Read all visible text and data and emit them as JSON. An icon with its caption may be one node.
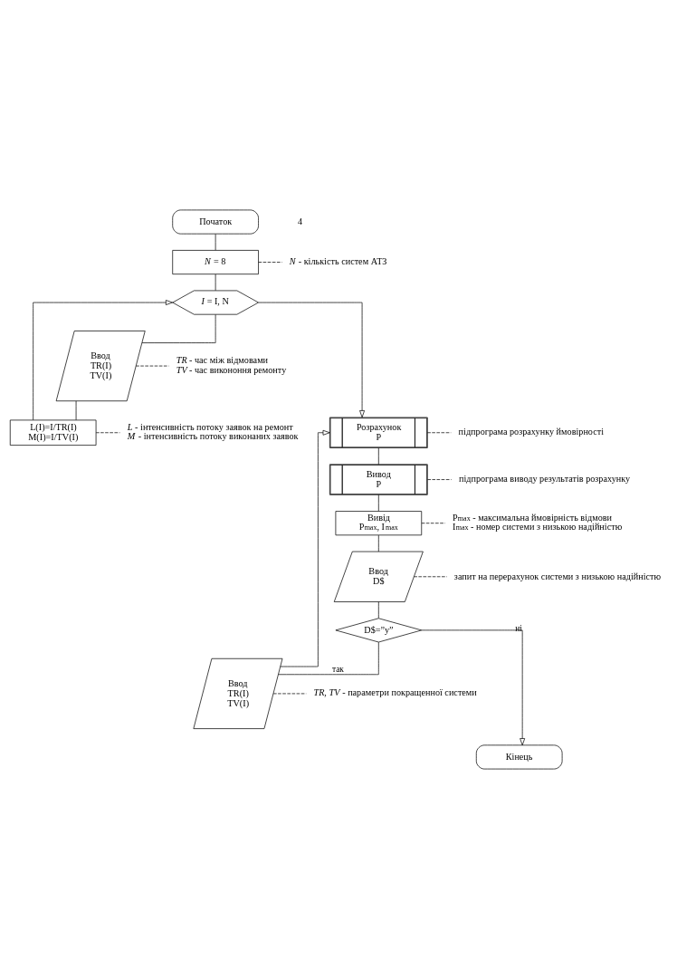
{
  "diagram": {
    "nodes": [
      {
        "text": [
          "Початок"
        ]
      },
      {
        "text": [
          "*N* = 8"
        ]
      },
      {
        "text": [
          "*I* = I, N"
        ]
      },
      {
        "text": [
          "Ввод",
          "TR(I)",
          "TV(I)"
        ]
      },
      {
        "text": [
          "L(I)=I/TR(I)",
          "M(I)=I/TV(I)"
        ]
      },
      {
        "text": [
          "Розрахунок",
          "P"
        ]
      },
      {
        "text": [
          "Вивод",
          "P"
        ]
      },
      {
        "text": [
          "Вивід",
          "P$_{max}$, I$_{max}$"
        ]
      },
      {
        "text": [
          "Ввод",
          "D$"
        ]
      },
      {
        "text": [
          "D$=”y”"
        ]
      },
      {
        "text": [
          "Ввод",
          "TR(I)",
          "TV(I)"
        ]
      },
      {
        "text": [
          "Кінець"
        ]
      },
      {
        "text": [
          "*N* - кількість систем АТЗ"
        ]
      },
      {
        "text": [
          "*TR* - час між відмовами",
          "*TV* - час викононня ремонту"
        ]
      },
      {
        "text": [
          "*L* - інтенсивність потоку заявок на ремонт",
          "*M* - інтенсивність потоку виконаних заявок"
        ]
      },
      {
        "text": [
          "підпрограма розрахунку ймовірності"
        ]
      },
      {
        "text": [
          "підпрограма виводу результатів розрахунку"
        ]
      },
      {
        "text": [
          "P$_{max}$ - максимальна ймовірність відмови",
          "I$_{max}$ - номер системи з низькою надійністю"
        ]
      },
      {
        "text": [
          "запит на перерахунок системи з низькою надійністю"
        ]
      },
      {
        "text": [
          "*TR, TV* - параметри покращенної системи"
        ]
      }
    ],
    "edges": [
      {
        "from": 0,
        "to": 1,
        "arrow": "none"
      },
      {
        "from": 1,
        "to": 2,
        "arrow": "none"
      },
      {
        "from": 2,
        "to": 3,
        "arrow": "none"
      },
      {
        "from": 3,
        "to": 4,
        "arrow": "none"
      },
      {
        "from": 4,
        "to": 2,
        "arrow": "to"
      },
      {
        "from": 2,
        "to": 5,
        "arrow": "to"
      },
      {
        "from": 5,
        "to": 6,
        "arrow": "none"
      },
      {
        "from": 6,
        "to": 7,
        "arrow": "none"
      },
      {
        "from": 7,
        "to": 8,
        "arrow": "none"
      },
      {
        "from": 8,
        "to": 9,
        "arrow": "none"
      },
      {
        "from": 9,
        "to": 10,
        "arrow": "none",
        "label": "так"
      },
      {
        "from": 9,
        "to": 11,
        "arrow": "to",
        "label": "ні"
      },
      {
        "from": 10,
        "to": 5,
        "arrow": "to"
      },
      {
        "from": 1,
        "to": 12,
        "arrow": "none",
        "style": "dashed"
      },
      {
        "from": 3,
        "to": 13,
        "arrow": "none",
        "style": "dashed"
      },
      {
        "from": 4,
        "to": 14,
        "arrow": "none",
        "style": "dashed"
      },
      {
        "from": 5,
        "to": 15,
        "arrow": "none",
        "style": "dashed"
      },
      {
        "from": 6,
        "to": 16,
        "arrow": "none",
        "style": "dashed"
      },
      {
        "from": 7,
        "to": 17,
        "arrow": "none",
        "style": "dashed"
      },
      {
        "from": 8,
        "to": 18,
        "arrow": "none",
        "style": "dashed"
      },
      {
        "from": 10,
        "to": 19,
        "arrow": "none",
        "style": "dashed"
      }
    ],
    "labels": [
      "4"
    ]
  }
}
